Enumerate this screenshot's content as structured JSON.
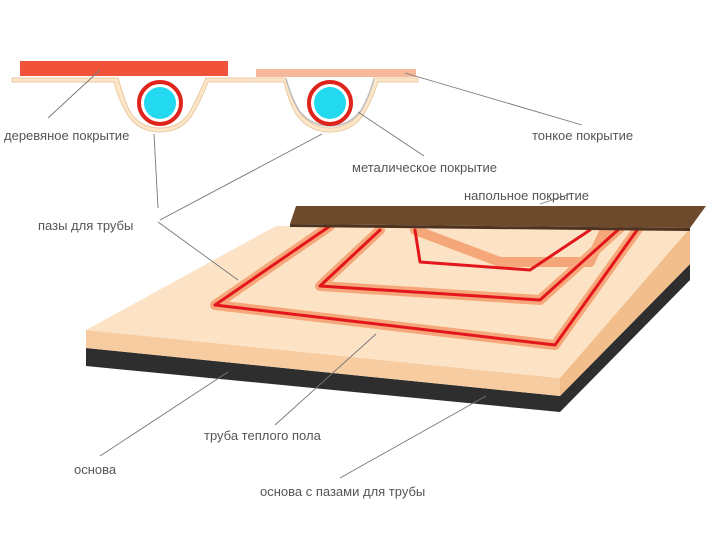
{
  "labels": {
    "wood_cover": "деревяное покрытие",
    "thin_cover": "тонкое покрытие",
    "metal_cover": "металическое покрытие",
    "pipe_grooves": "пазы для трубы",
    "floor_cover": "напольное покрытие",
    "pipe": "труба теплого пола",
    "base": "основа",
    "grooved_base": "основа с пазами для трубы"
  },
  "colors": {
    "wood_board": "#f0533a",
    "thin_board": "#f6b99c",
    "groove_base": "#fde7c8",
    "pipe_ring": "#e0241c",
    "pipe_fluid": "#22d9f0",
    "slab_top": "#fce3c5",
    "slab_side": "#f7ccA0",
    "slab_bottom": "#2e2e2e",
    "groove_channel": "#f6a77a",
    "pipe_line": "#e3161c",
    "floor_cover": "#6d4a2b",
    "leader_line": "#777777",
    "label_text": "#555555"
  }
}
